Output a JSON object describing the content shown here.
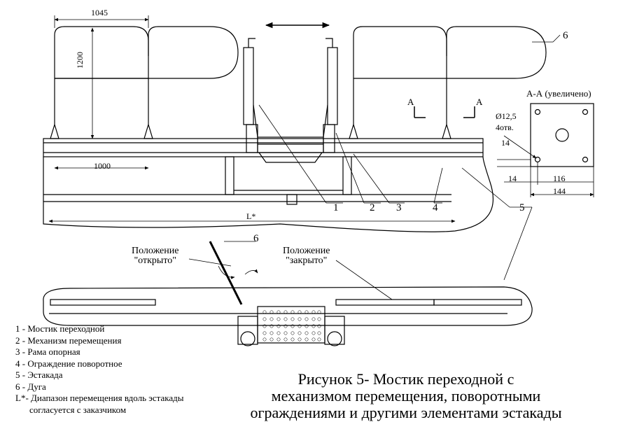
{
  "dimensions": {
    "width_1045": "1045",
    "height_1200": "1200",
    "length_1000": "1000",
    "range": "L*",
    "hole_dia": "Ø12,5",
    "hole_count": "4отв.",
    "d14_vertical": "14",
    "d14_horizontal": "14",
    "d116": "116",
    "d144": "144"
  },
  "section": {
    "title": "А-А (увеличено)",
    "mark_left": "А",
    "mark_right": "А"
  },
  "callouts": [
    "1",
    "2",
    "3",
    "4",
    "5",
    "5",
    "6",
    "6"
  ],
  "positions": {
    "open_line1": "Положение",
    "open_line2": "\"открыто\"",
    "closed_line1": "Положение",
    "closed_line2": "\"закрыто\""
  },
  "legend": [
    "1 - Мостик переходной",
    "2 - Механизм перемещения",
    "3 - Рама опорная",
    "4 - Ограждение поворотное",
    "5 - Эстакада",
    "6 - Дуга",
    "L*- Диапазон перемещения вдоль эстакады",
    "согласуется с заказчиком"
  ],
  "caption": {
    "line1": "Рисунок 5- Мостик переходной с",
    "line2": "механизмом перемещения, поворотными",
    "line3": "ограждениями и другими элементами эстакады"
  }
}
